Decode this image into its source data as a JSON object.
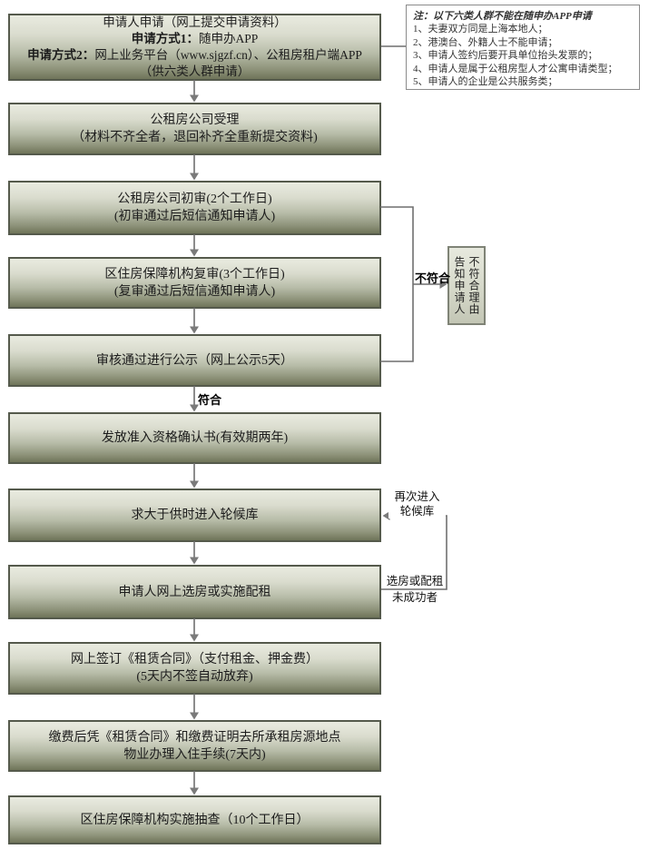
{
  "note_box": {
    "title": "注：以下六类人群不能在随申办APP申请",
    "items": [
      "1、夫妻双方同是上海本地人；",
      "2、港澳台、外籍人士不能申请；",
      "3、申请人签约后要开具单位抬头发票的；",
      "4、申请人是属于公租房型人才公寓申请类型；",
      "5、申请人的企业是公共服务类；"
    ]
  },
  "steps": {
    "apply": {
      "line1": "申请人申请（网上提交申请资料）",
      "method1_label": "申请方式1：",
      "method1_text": "随申办APP",
      "method2_label": "申请方式2：",
      "method2_text": "网上业务平台（www.sjgzf.cn）、公租房租户端APP（供六类人群申请）"
    },
    "accept": {
      "line1": "公租房公司受理",
      "line2": "（材料不齐全者，退回补齐全重新提交资料)"
    },
    "first_review": {
      "line1": "公租房公司初审(2个工作日)",
      "line2": "(初审通过后短信通知申请人)"
    },
    "second_review": {
      "line1": "区住房保障机构复审(3个工作日)",
      "line2": "(复审通过后短信通知申请人)"
    },
    "publicity": {
      "line1": "审核通过进行公示（网上公示5天）"
    },
    "certificate": {
      "line1": "发放准入资格确认书(有效期两年)"
    },
    "waiting_list": {
      "line1": "求大于供时进入轮候库"
    },
    "choose_house": {
      "line1": "申请人网上选房或实施配租"
    },
    "sign_contract": {
      "line1": "网上签订《租赁合同》（支付租金、押金费）",
      "line2": "(5天内不签自动放弃)"
    },
    "check_in": {
      "line1": "缴费后凭《租赁合同》和缴费证明去所承租房源地点",
      "line2": "物业办理入住手续(7天内)"
    },
    "spot_check": {
      "line1": "区住房保障机构实施抽查（10个工作日）"
    }
  },
  "notify_box": {
    "col_left": "告知申请人",
    "col_right": "不符合理由"
  },
  "labels": {
    "pass": "符合",
    "fail": "不符合",
    "reenter_line1": "再次进入",
    "reenter_line2": "轮候库",
    "unsuccessful_line1": "选房或配租",
    "unsuccessful_line2": "未成功者"
  },
  "colors": {
    "box_gradient_top": "#e9ebe0",
    "box_gradient_bottom": "#6f7459",
    "box_border": "#555a4c",
    "connector": "#6f6f6f"
  }
}
